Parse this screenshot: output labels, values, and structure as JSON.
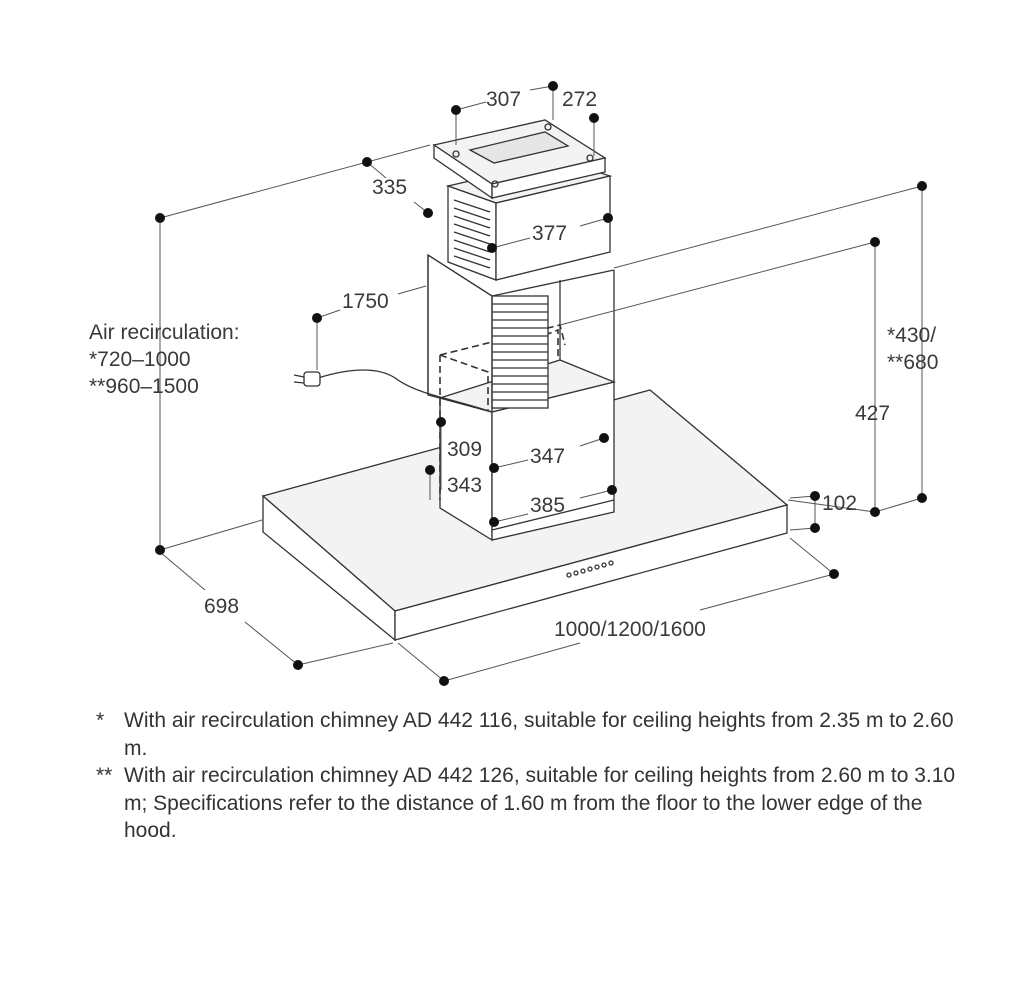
{
  "dimensions": {
    "d307": "307",
    "d272": "272",
    "d335": "335",
    "d377": "377",
    "d1750": "1750",
    "air_recirculation_label": "Air recirculation:",
    "air_recirculation_star": "*720–1000",
    "air_recirculation_double_star": "**960–1500",
    "d430_680_line1": "*430/",
    "d430_680_line2": "**680",
    "d427": "427",
    "d309": "309",
    "d347": "347",
    "d343": "343",
    "d385": "385",
    "d102": "102",
    "d698": "698",
    "width_options": "1000/1200/1600"
  },
  "notes": [
    {
      "mark": "*",
      "text": "With air recirculation chimney AD 442 116, suitable for ceiling heights from 2.35 m to 2.60 m."
    },
    {
      "mark": "**",
      "text": "With air recirculation chimney AD 442 126, suitable for ceiling heights from 2.60 m to 3.10 m; Specifications refer to the distance of 1.60 m from the floor to the lower edge of the hood."
    }
  ]
}
